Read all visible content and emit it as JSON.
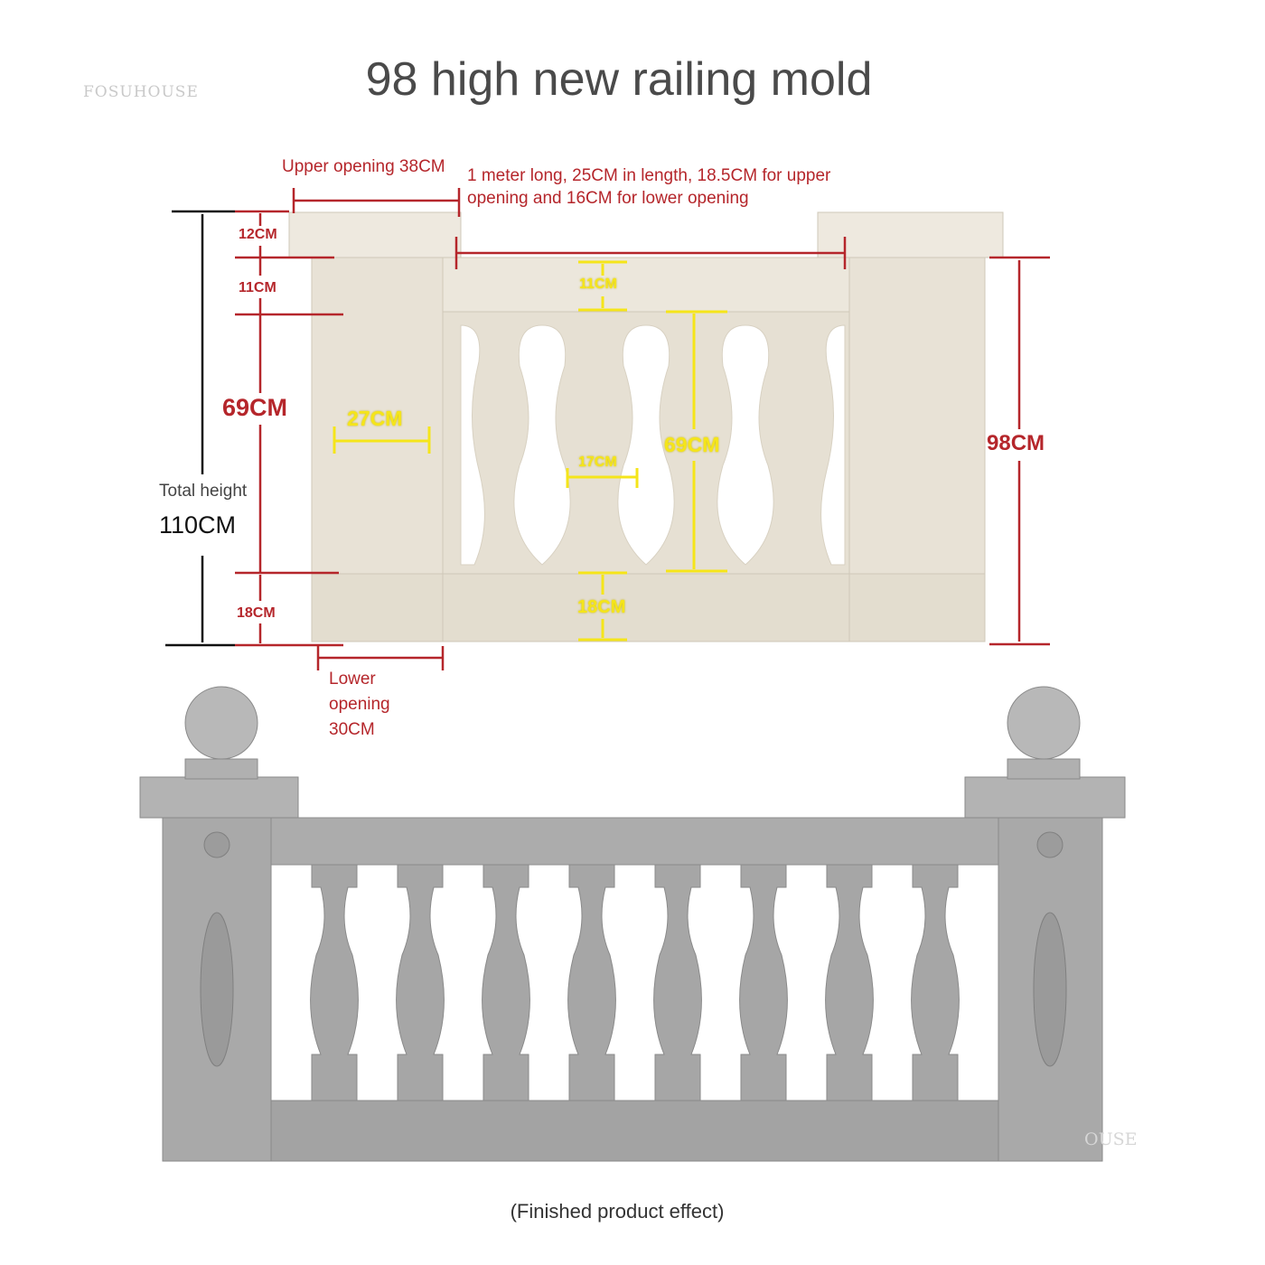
{
  "title": "98 high new railing mold",
  "brand_watermark": "FOSUHOUSE",
  "brand_watermark_partial": "OUSE",
  "annotations": {
    "upper_opening": "Upper opening 38CM",
    "length_note_line1": "1 meter long, 25CM in length, 18.5CM for upper",
    "length_note_line2": "opening and 16CM for lower opening",
    "cap_height": "12CM",
    "top_band": "11CM",
    "post_body": "69CM",
    "post_width": "27CM",
    "total_height_label": "Total height",
    "total_height_value": "110CM",
    "base_height": "18CM",
    "lower_opening_line1": "Lower",
    "lower_opening_line2": "opening",
    "lower_opening_line3": "30CM",
    "rail_band": "11CM",
    "baluster_width": "17CM",
    "baluster_height": "69CM",
    "rail_base": "18CM",
    "panel_height": "98CM"
  },
  "caption": "(Finished product effect)",
  "colors": {
    "dimension_red": "#b5262b",
    "dimension_yellow": "#f5e51a",
    "mold": "#e6e0d3",
    "stone": "#a9a9a9"
  }
}
